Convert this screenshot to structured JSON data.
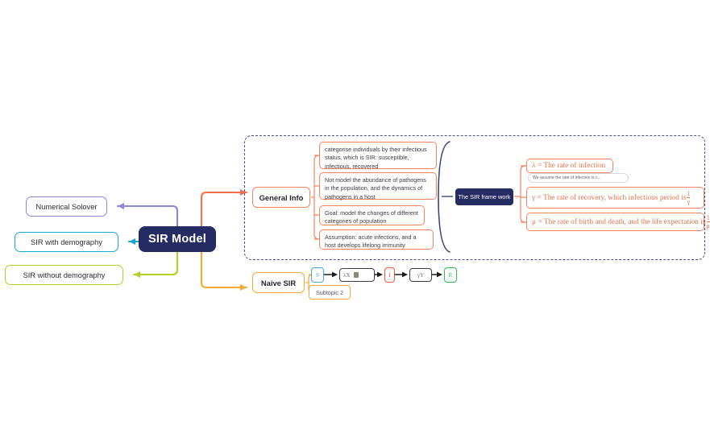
{
  "central": {
    "label": "SIR Model",
    "color": "#252b63"
  },
  "left_branches": [
    {
      "label": "Numerical Solover",
      "color": "#8b86d6",
      "name": "numerical-solver"
    },
    {
      "label": "SIR with demography",
      "color": "#17a8d4",
      "name": "sir-with-demography"
    },
    {
      "label": "SIR without demography",
      "color": "#b5cf24",
      "name": "sir-without-demography"
    }
  ],
  "boundary": {
    "style": "dashed",
    "color": "#4a5191"
  },
  "general_info": {
    "label": "General Info",
    "color": "#f2845c",
    "leaves": [
      "categorise individuals by their infectious status, which is SIR: susceptible, infectious, recovered",
      "Not model the abundance of pathogens in the population, and the dynamics of pathogens in a host",
      "Goal: model the changes of different categories of population",
      "Assumption: acute infections, and a host develops lifelong immunity"
    ]
  },
  "framework": {
    "label": "The SIR frame work",
    "color": "#252b63",
    "note": "We assume the rate of infection is c...",
    "equations": [
      {
        "symbol": "λ",
        "text": "= The rate of infection",
        "frac_num": "",
        "frac_den": ""
      },
      {
        "symbol": "γ",
        "text": "= The rate of recovery, which infectious period is",
        "frac_num": "1",
        "frac_den": "γ"
      },
      {
        "symbol": "μ",
        "text": "= The rate of birth and death, and the life expectation is",
        "frac_num": "1",
        "frac_den": "μ"
      }
    ]
  },
  "naive_sir": {
    "label": "Naive SIR",
    "color": "#f9a933",
    "subtopic": "Subtopic 2",
    "flow": [
      {
        "label": "S",
        "color": "#42a5e8",
        "name": "flow-node-s"
      },
      {
        "label": "λX",
        "color": "#3b3b45",
        "name": "flow-node-lambda-x",
        "has_attachment": true
      },
      {
        "label": "I",
        "color": "#f2522e",
        "name": "flow-node-i"
      },
      {
        "label": "γY",
        "color": "#3b3b45",
        "name": "flow-node-gamma-y"
      },
      {
        "label": "R",
        "color": "#2fbf4a",
        "name": "flow-node-r"
      }
    ]
  }
}
